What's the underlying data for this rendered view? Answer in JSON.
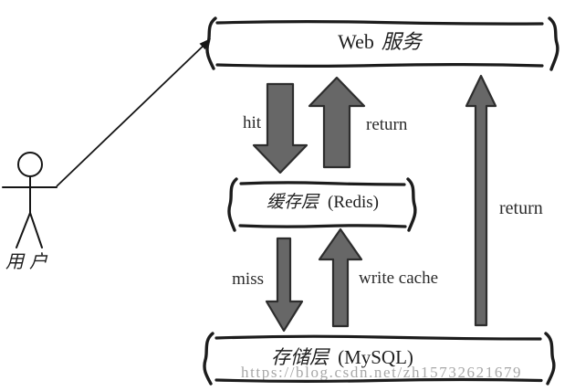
{
  "diagram": {
    "actor": {
      "label": "用户"
    },
    "nodes": {
      "web_service": {
        "prefix": "Web",
        "name": "服务"
      },
      "cache_layer": {
        "name": "缓存层",
        "tech": "(Redis)"
      },
      "storage_layer": {
        "name": "存储层",
        "tech": "(MySQL)"
      }
    },
    "flows": {
      "hit": "hit",
      "return_from_cache": "return",
      "miss": "miss",
      "write_cache": "write cache",
      "return_from_storage": "return"
    },
    "colors": {
      "line": "#1c1c1c",
      "arrow_fill": "#676767",
      "arrow_stroke": "#2d2d2d",
      "watermark_text": "#a8a8a8"
    }
  },
  "watermark": {
    "text": "https://blog.csdn.net/zh15732621679"
  }
}
